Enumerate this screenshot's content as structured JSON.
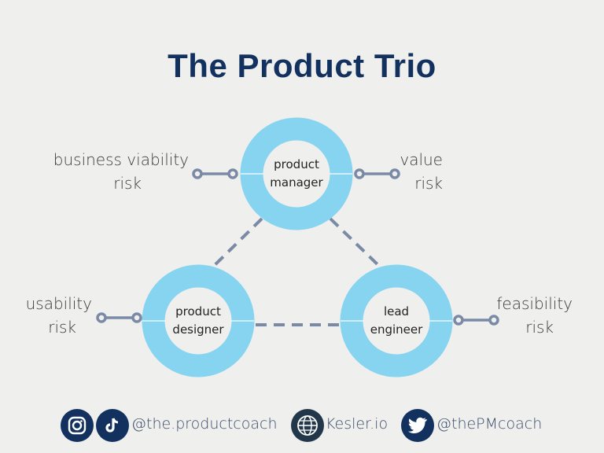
{
  "title": "The Product Trio",
  "nodes": {
    "pm": [
      "product",
      "manager"
    ],
    "pd": [
      "product",
      "designer"
    ],
    "le": [
      "lead",
      "engineer"
    ]
  },
  "risks": {
    "business": [
      "business viability",
      "risk"
    ],
    "value": [
      "value",
      "risk"
    ],
    "usability": [
      "usability",
      "risk"
    ],
    "feasibility": [
      "feasibility",
      "risk"
    ]
  },
  "footer": {
    "instagram_tiktok": "@the.productcoach",
    "website": "Kesler.io",
    "twitter": "@thePMcoach"
  },
  "colors": {
    "ring": "#87d4f0",
    "connector": "#7a8aa6",
    "title": "#12315f"
  }
}
